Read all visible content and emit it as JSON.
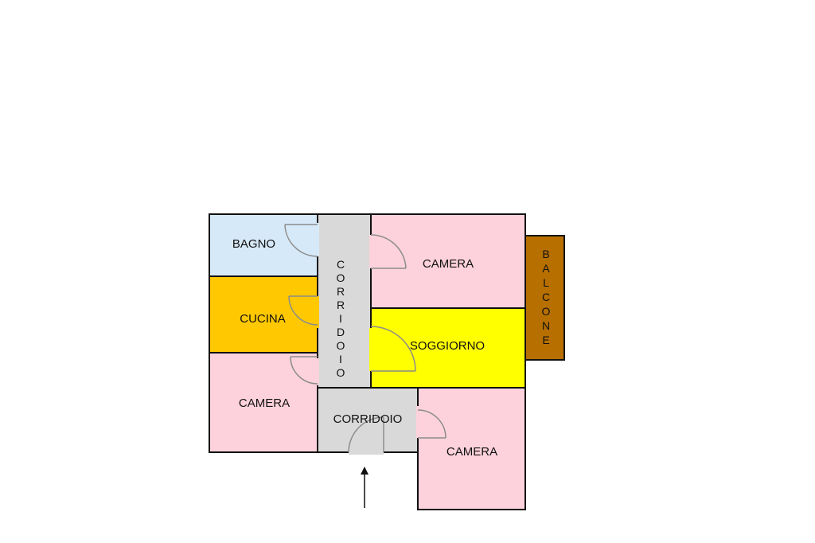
{
  "colors": {
    "bagno": "#d6e9f8",
    "cucina": "#ffc800",
    "camera": "#fdd2dc",
    "corridoio": "#d9d9d9",
    "soggiorno": "#ffff00",
    "balcone": "#b76f00",
    "wall": "#111111",
    "door_swing": "#8c8c8c"
  },
  "rooms": {
    "bagno": {
      "label": "BAGNO"
    },
    "cucina": {
      "label": "CUCINA"
    },
    "camera_bottom_left": {
      "label": "CAMERA"
    },
    "corridoio_vertical": {
      "letters": [
        "C",
        "O",
        "R",
        "R",
        "I",
        "D",
        "O",
        "I",
        "O"
      ]
    },
    "camera_top_right": {
      "label": "CAMERA"
    },
    "soggiorno": {
      "label": "SOGGIORNO"
    },
    "corridoio_horizontal": {
      "label": "CORRIDOIO"
    },
    "camera_bottom_right": {
      "label": "CAMERA"
    },
    "balcone": {
      "letters": [
        "B",
        "A",
        "L",
        "C",
        "O",
        "N",
        "E"
      ]
    }
  },
  "entrance": {
    "icon": "arrow-up-icon"
  }
}
